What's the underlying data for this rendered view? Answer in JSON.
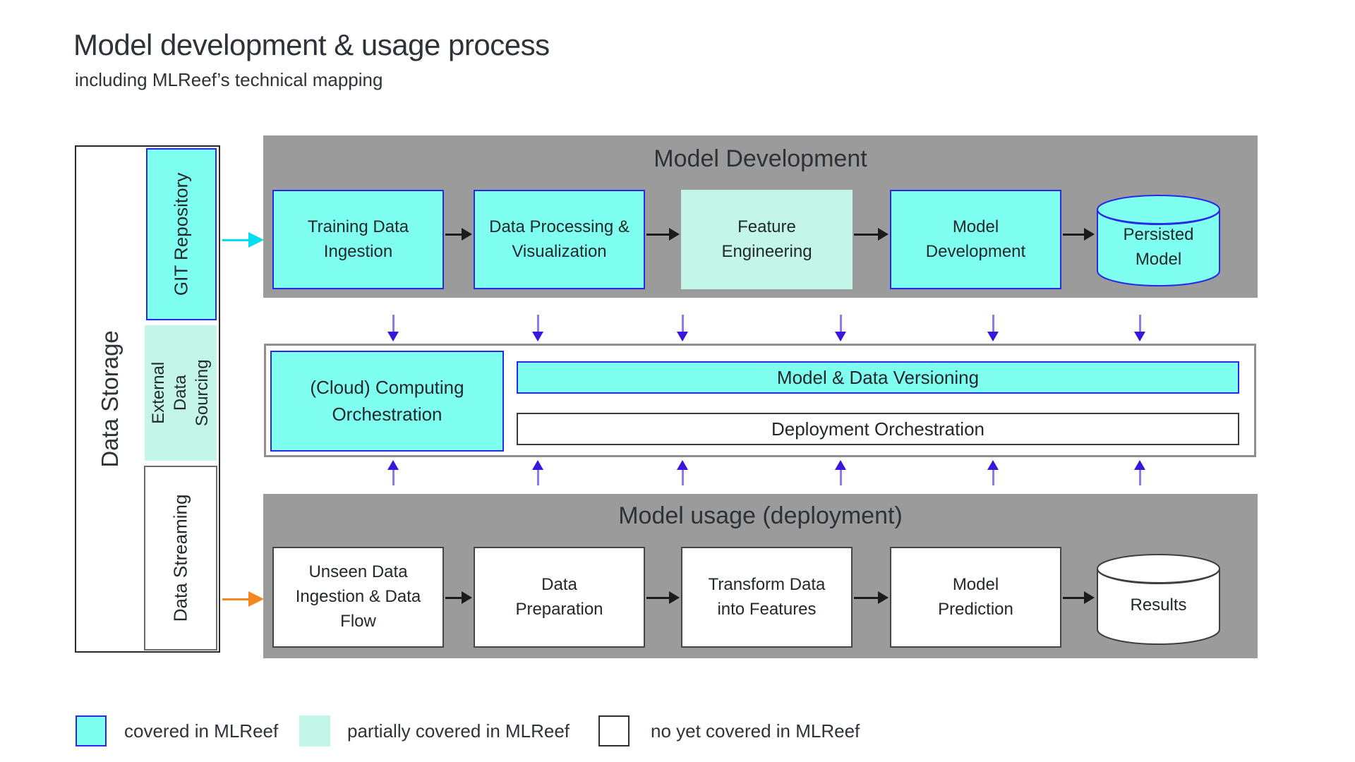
{
  "title": "Model development & usage process",
  "subtitle": "including MLReef’s technical mapping",
  "colors": {
    "covered": "#7ffff0",
    "partially_covered": "#c3f6e9",
    "not_covered": "#ffffff",
    "band_gray": "#9b9b9b",
    "blue_border": "#2828e8",
    "purple_arrow": "#3a15dc",
    "cyan_arrow": "#00def2",
    "orange_arrow": "#f6871e"
  },
  "data_storage": {
    "label": "Data Storage",
    "items": [
      {
        "label": "GIT Repository",
        "coverage": "covered"
      },
      {
        "label": "External Data Sourcing",
        "coverage": "partially_covered"
      },
      {
        "label": "Data Streaming",
        "coverage": "not_covered"
      }
    ]
  },
  "model_development": {
    "title": "Model Development",
    "steps": [
      {
        "label": "Training Data Ingestion",
        "coverage": "covered",
        "shape": "box"
      },
      {
        "label": "Data Processing & Visualization",
        "coverage": "covered",
        "shape": "box"
      },
      {
        "label": "Feature Engineering",
        "coverage": "partially_covered",
        "shape": "box"
      },
      {
        "label": "Model Development",
        "coverage": "covered",
        "shape": "box"
      },
      {
        "label": "Persisted Model",
        "coverage": "covered",
        "shape": "cylinder"
      }
    ]
  },
  "infrastructure": {
    "computing_orchestration": "(Cloud) Computing Orchestration",
    "model_data_versioning": "Model & Data Versioning",
    "deployment_orchestration": "Deployment Orchestration"
  },
  "model_usage": {
    "title": "Model usage (deployment)",
    "steps": [
      {
        "label": "Unseen Data Ingestion & Data Flow",
        "coverage": "not_covered",
        "shape": "box"
      },
      {
        "label": "Data Preparation",
        "coverage": "not_covered",
        "shape": "box"
      },
      {
        "label": "Transform Data into Features",
        "coverage": "not_covered",
        "shape": "box"
      },
      {
        "label": "Model Prediction",
        "coverage": "not_covered",
        "shape": "box"
      },
      {
        "label": "Results",
        "coverage": "not_covered",
        "shape": "cylinder"
      }
    ]
  },
  "legend": {
    "items": [
      {
        "label": "covered in MLReef",
        "coverage": "covered"
      },
      {
        "label": "partially covered in MLReef",
        "coverage": "partially_covered"
      },
      {
        "label": "no yet covered in MLReef",
        "coverage": "not_covered"
      }
    ]
  }
}
